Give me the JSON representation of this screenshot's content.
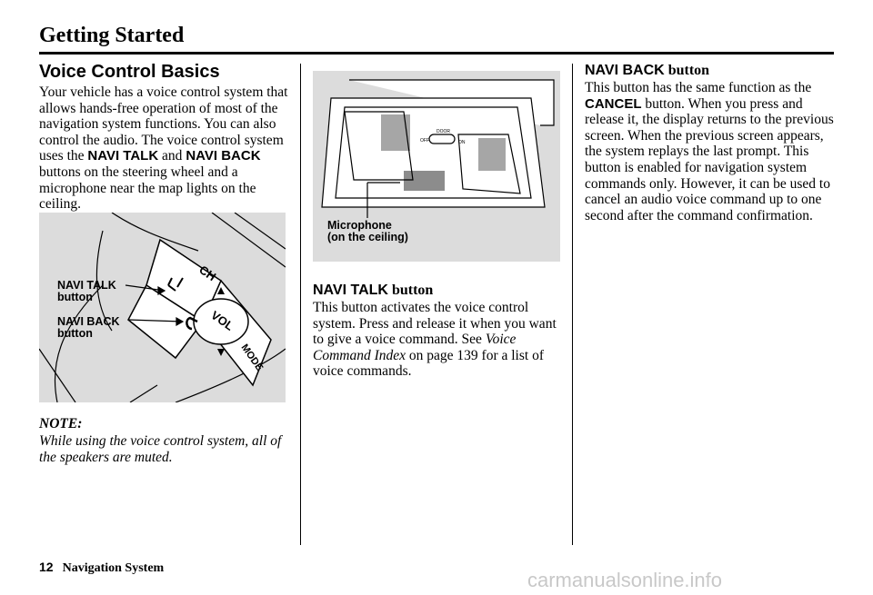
{
  "header": {
    "title": "Getting Started"
  },
  "left": {
    "title": "Voice Control Basics",
    "intro": {
      "t1": "Your vehicle has a voice control system that allows hands-free operation of most of the navigation system functions. You can also control the audio. The voice control system uses the ",
      "k1": "NAVI TALK",
      "t2": " and ",
      "k2": "NAVI BACK",
      "t3": " buttons on the steering wheel and a microphone near the map lights on the ceiling."
    },
    "figure": {
      "label_talk_1": "NAVI TALK",
      "label_talk_2": "button",
      "label_back_1": "NAVI BACK",
      "label_back_2": "button",
      "btn_ch": "CH",
      "btn_vol": "VOL",
      "btn_mode": "MODE"
    },
    "note_title": "NOTE:",
    "note_text": "While using the voice control system, all of the speakers are muted."
  },
  "middle": {
    "figure": {
      "label_1": "Microphone",
      "label_2": "(on the ceiling)",
      "switch_door": "DOOR",
      "switch_off": "OFF",
      "switch_on": "ON"
    },
    "talk_head_kw": "NAVI TALK",
    "talk_head_rest": " button",
    "talk": {
      "t1": "This button activates the voice control system. Press and release it when you want to give a voice command. See ",
      "ref": "Voice Command Index",
      "t2": " on page 139 for a list of voice commands."
    }
  },
  "right": {
    "back_head_kw": "NAVI BACK",
    "back_head_rest": " button",
    "back": {
      "t1": "This button has the same function as the ",
      "k1": "CANCEL",
      "t2": " button. When you press and release it, the display returns to the previous screen. When the previous screen appears, the system replays the last prompt. This button is enabled for navigation system commands only. However, it can be used to cancel an audio voice command up to one second after the command confirmation."
    }
  },
  "footer": {
    "page_number": "12",
    "title": "Navigation System"
  },
  "watermark": "carmanualsonline.info"
}
